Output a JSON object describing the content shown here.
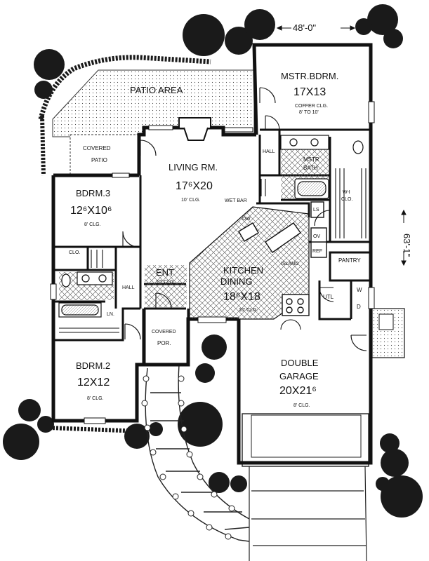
{
  "dimensions": {
    "width_overall": "48'-0\"",
    "depth_overall": "63'-1\""
  },
  "rooms": {
    "patio_area": {
      "name": "PATIO AREA"
    },
    "covered_patio": {
      "name_line1": "COVERED",
      "name_line2": "PATIO"
    },
    "master_bedroom": {
      "name": "MSTR.BDRM.",
      "size": "17X13",
      "note_line1": "COFFER CLG.",
      "note_line2": "8' TO 10'"
    },
    "master_bath": {
      "name_line1": "MSTR",
      "name_line2": "BATH"
    },
    "walk_in_closet": {
      "name_line1": "W-I",
      "name_line2": "CLO."
    },
    "hall_master": {
      "name": "HALL"
    },
    "living_room": {
      "name": "LIVING RM.",
      "size": "17⁶X20",
      "note": "10' CLG.",
      "wet_bar": "WET BAR"
    },
    "bedroom3": {
      "name": "BDRM.3",
      "size": "12⁶X10⁶",
      "note": "8' CLG."
    },
    "closet": {
      "name": "CLO."
    },
    "hall": {
      "name": "HALL"
    },
    "linen": {
      "name": "LN."
    },
    "entry": {
      "name": "ENT",
      "note": "10' CLG."
    },
    "kitchen_dining": {
      "name_line1": "KITCHEN",
      "name_line2": "DINING",
      "size": "18⁶X18⁳",
      "note": "10' CLG."
    },
    "island": {
      "name": "ISLAND"
    },
    "pantry": {
      "name": "PANTRY"
    },
    "refrigerator": {
      "name": "REF"
    },
    "oven": {
      "name": "OV"
    },
    "lazy_susan": {
      "name": "LS"
    },
    "dishwasher": {
      "name": "DW"
    },
    "utility": {
      "name": "UTL"
    },
    "washer": {
      "name": "W"
    },
    "dryer": {
      "name": "D"
    },
    "covered_porch": {
      "name_line1": "COVERED",
      "name_line2": "POR."
    },
    "bedroom2": {
      "name": "BDRM.2",
      "size": "12X12",
      "note": "8' CLG."
    },
    "garage": {
      "name_line1": "DOUBLE",
      "name_line2": "GARAGE",
      "size": "20X21⁶",
      "note": "8' CLG."
    }
  },
  "colors": {
    "wall": "#111111",
    "hatch": "#555555",
    "shrub": "#1a1a1a",
    "paper": "#ffffff"
  }
}
